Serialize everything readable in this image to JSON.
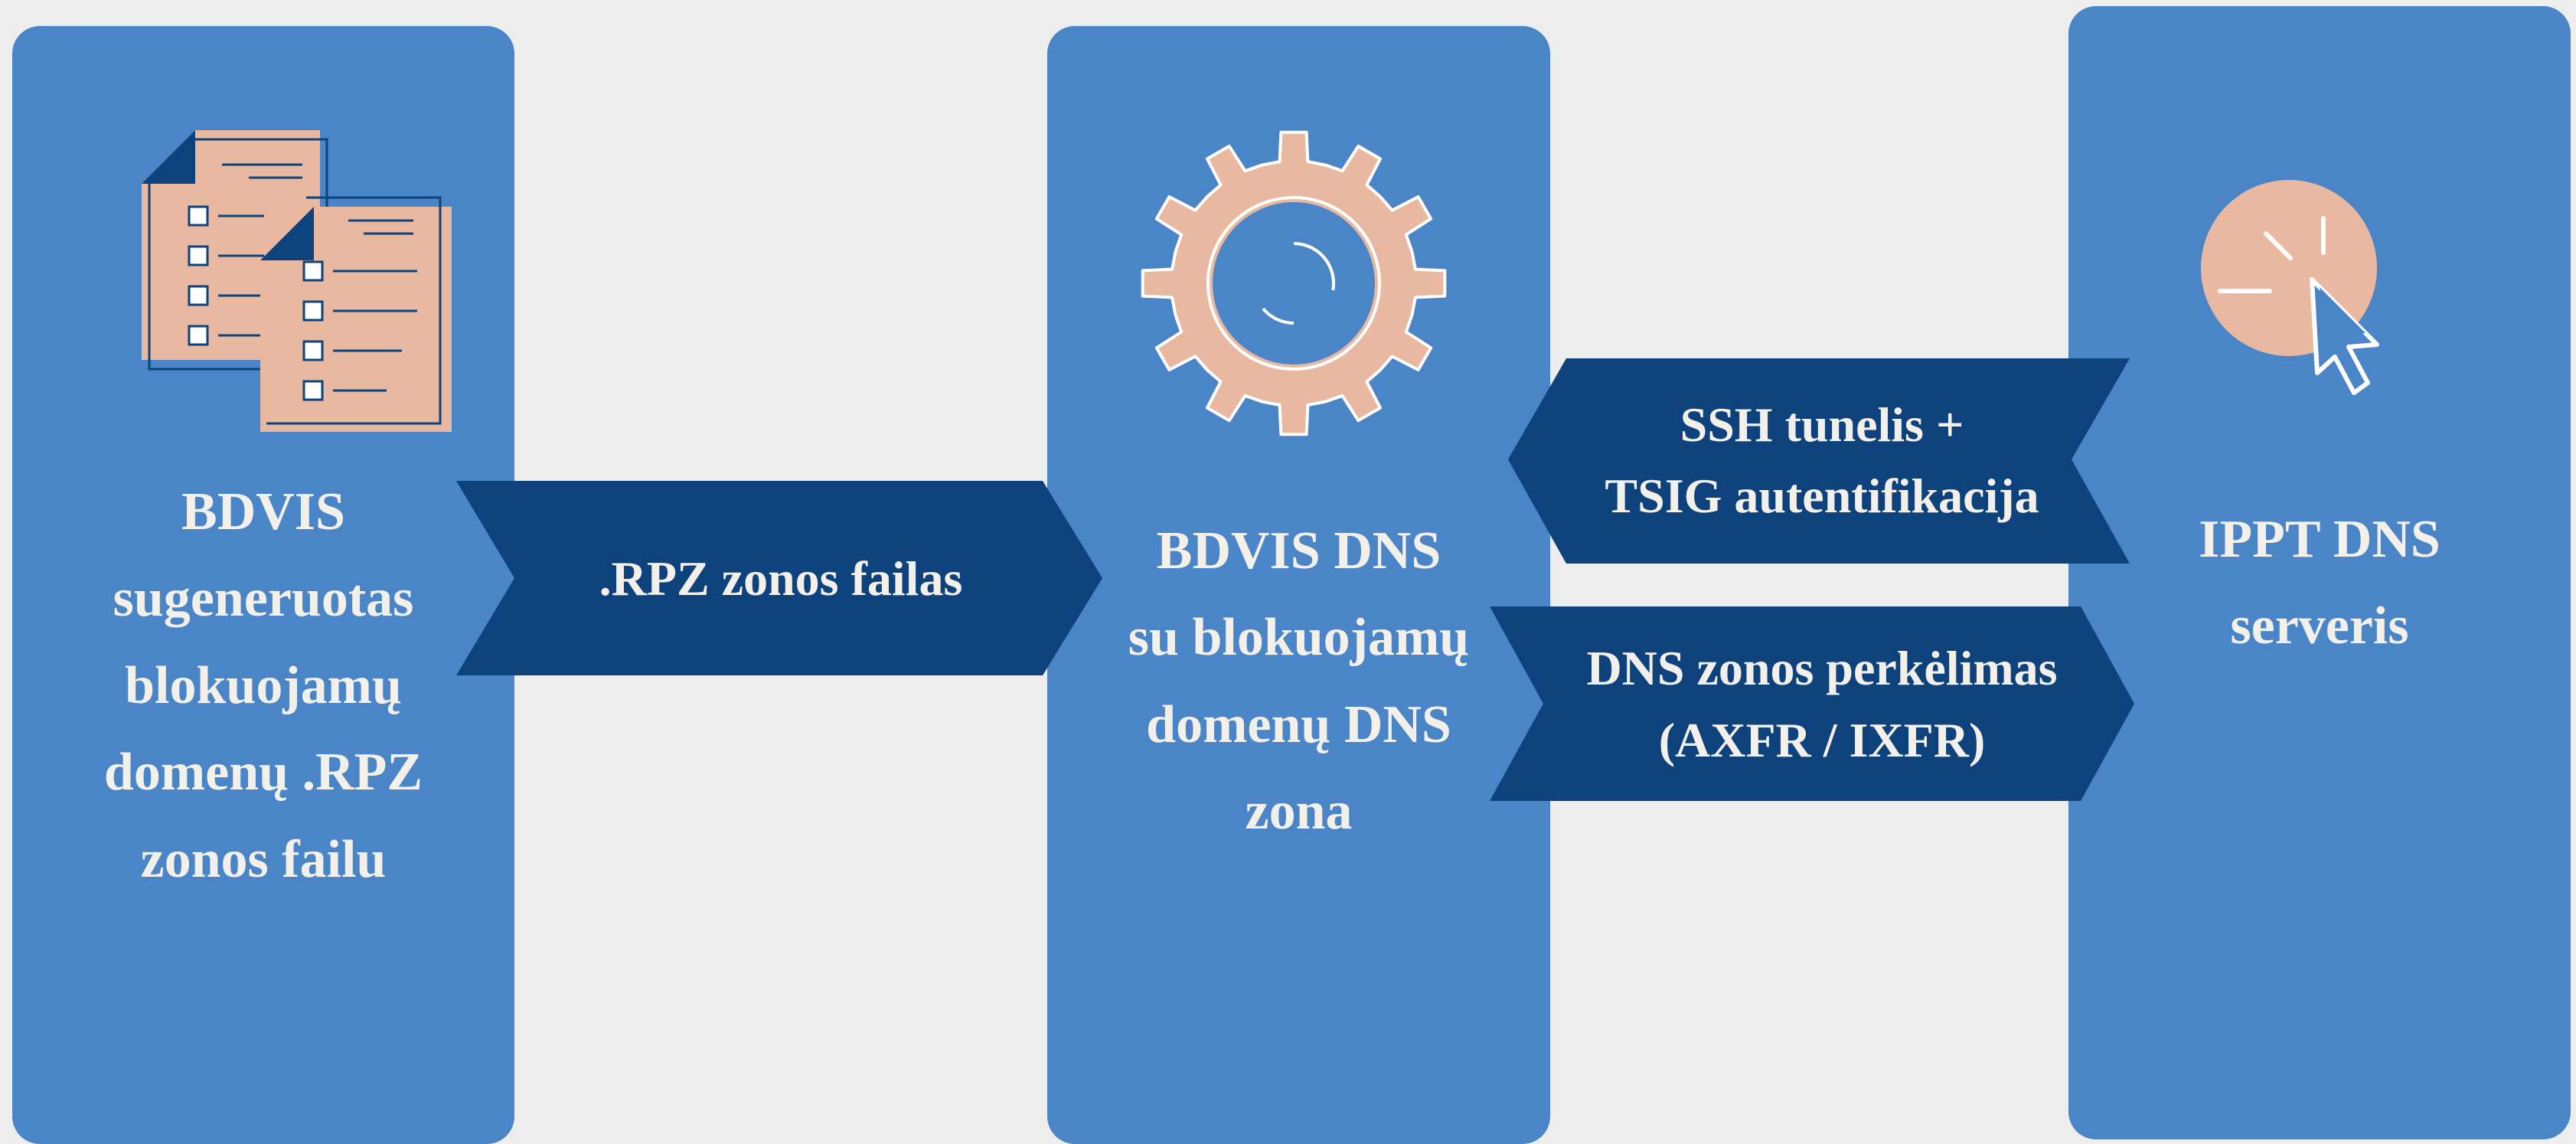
{
  "colors": {
    "background": "#ededed",
    "panel": "#4a86c7",
    "arrow": "#0e427c",
    "icon_fill": "#e8b9a0",
    "text": "#f3efe9"
  },
  "nodes": [
    {
      "id": "source",
      "icon": "documents-checklist-icon",
      "label": "BDVIS\nsugeneruotas\nblokuojamų\ndomenų .RPZ\nzonos failu"
    },
    {
      "id": "dns-server",
      "icon": "gear-icon",
      "label": "BDVIS DNS\nsu blokuojamų\ndomenų DNS\nzona"
    },
    {
      "id": "target",
      "icon": "cursor-click-icon",
      "label": "IPPT DNS\nserveris"
    }
  ],
  "edges": [
    {
      "from": "source",
      "to": "dns-server",
      "direction": "right",
      "label": ".RPZ zonos failas"
    },
    {
      "from": "target",
      "to": "dns-server",
      "direction": "left",
      "label": "SSH tunelis +\nTSIG autentifikacija"
    },
    {
      "from": "dns-server",
      "to": "target",
      "direction": "right",
      "label": "DNS zonos perkėlimas\n(AXFR / IXFR)"
    }
  ]
}
